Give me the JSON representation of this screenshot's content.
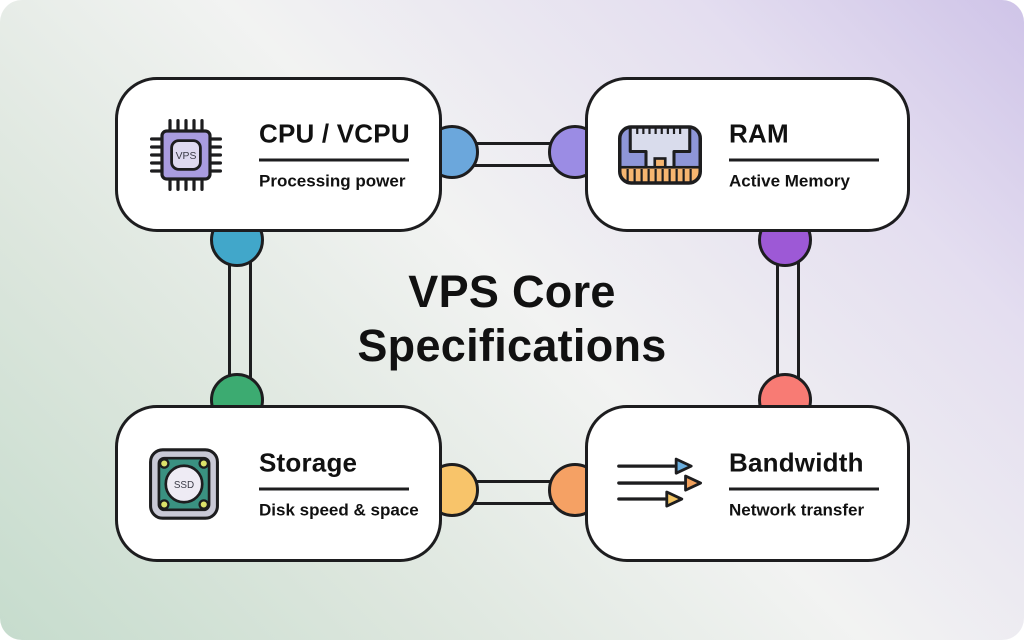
{
  "title": {
    "line1": "VPS Core",
    "line2": "Specifications"
  },
  "cards": [
    {
      "id": "cpu",
      "title": "CPU / VCPU",
      "subtitle": "Processing power",
      "icon": "cpu-chip-icon",
      "icon_label": "VPS"
    },
    {
      "id": "ram",
      "title": "RAM",
      "subtitle": "Active Memory",
      "icon": "ram-module-icon",
      "icon_label": ""
    },
    {
      "id": "storage",
      "title": "Storage",
      "subtitle": "Disk speed & space",
      "icon": "ssd-drive-icon",
      "icon_label": "SSD"
    },
    {
      "id": "bandwidth",
      "title": "Bandwidth",
      "subtitle": "Network transfer",
      "icon": "transfer-arrows-icon",
      "icon_label": ""
    }
  ],
  "palette": {
    "outline": "#1d1d1f",
    "text": "#111111",
    "bg_green": "#c6dccd",
    "bg_white": "#f2f3f2",
    "bg_purple": "#cfc4e8",
    "node_blue": "#6ba7dc",
    "node_purple_light": "#9b8ce4",
    "node_teal": "#41a7ca",
    "node_green": "#3cab71",
    "node_purple": "#9d59d6",
    "node_red": "#f87b74",
    "node_yellow": "#f8c46a",
    "node_orange": "#f5a164",
    "icon_cpu_body": "#a99ce0",
    "icon_cpu_inner": "#ded9f0",
    "icon_ram_body": "#8e96d8",
    "icon_ram_spreader": "#d9dcec",
    "icon_ram_pins": "#f6b570",
    "icon_ssd_frame": "#c9c9d6",
    "icon_ssd_board": "#3a9181",
    "icon_ssd_screw": "#dde26a",
    "icon_ssd_label_bg": "#eeebf4",
    "arrow_blue": "#6aaede",
    "arrow_orange": "#f0a05c",
    "arrow_yellow": "#f2c464"
  }
}
